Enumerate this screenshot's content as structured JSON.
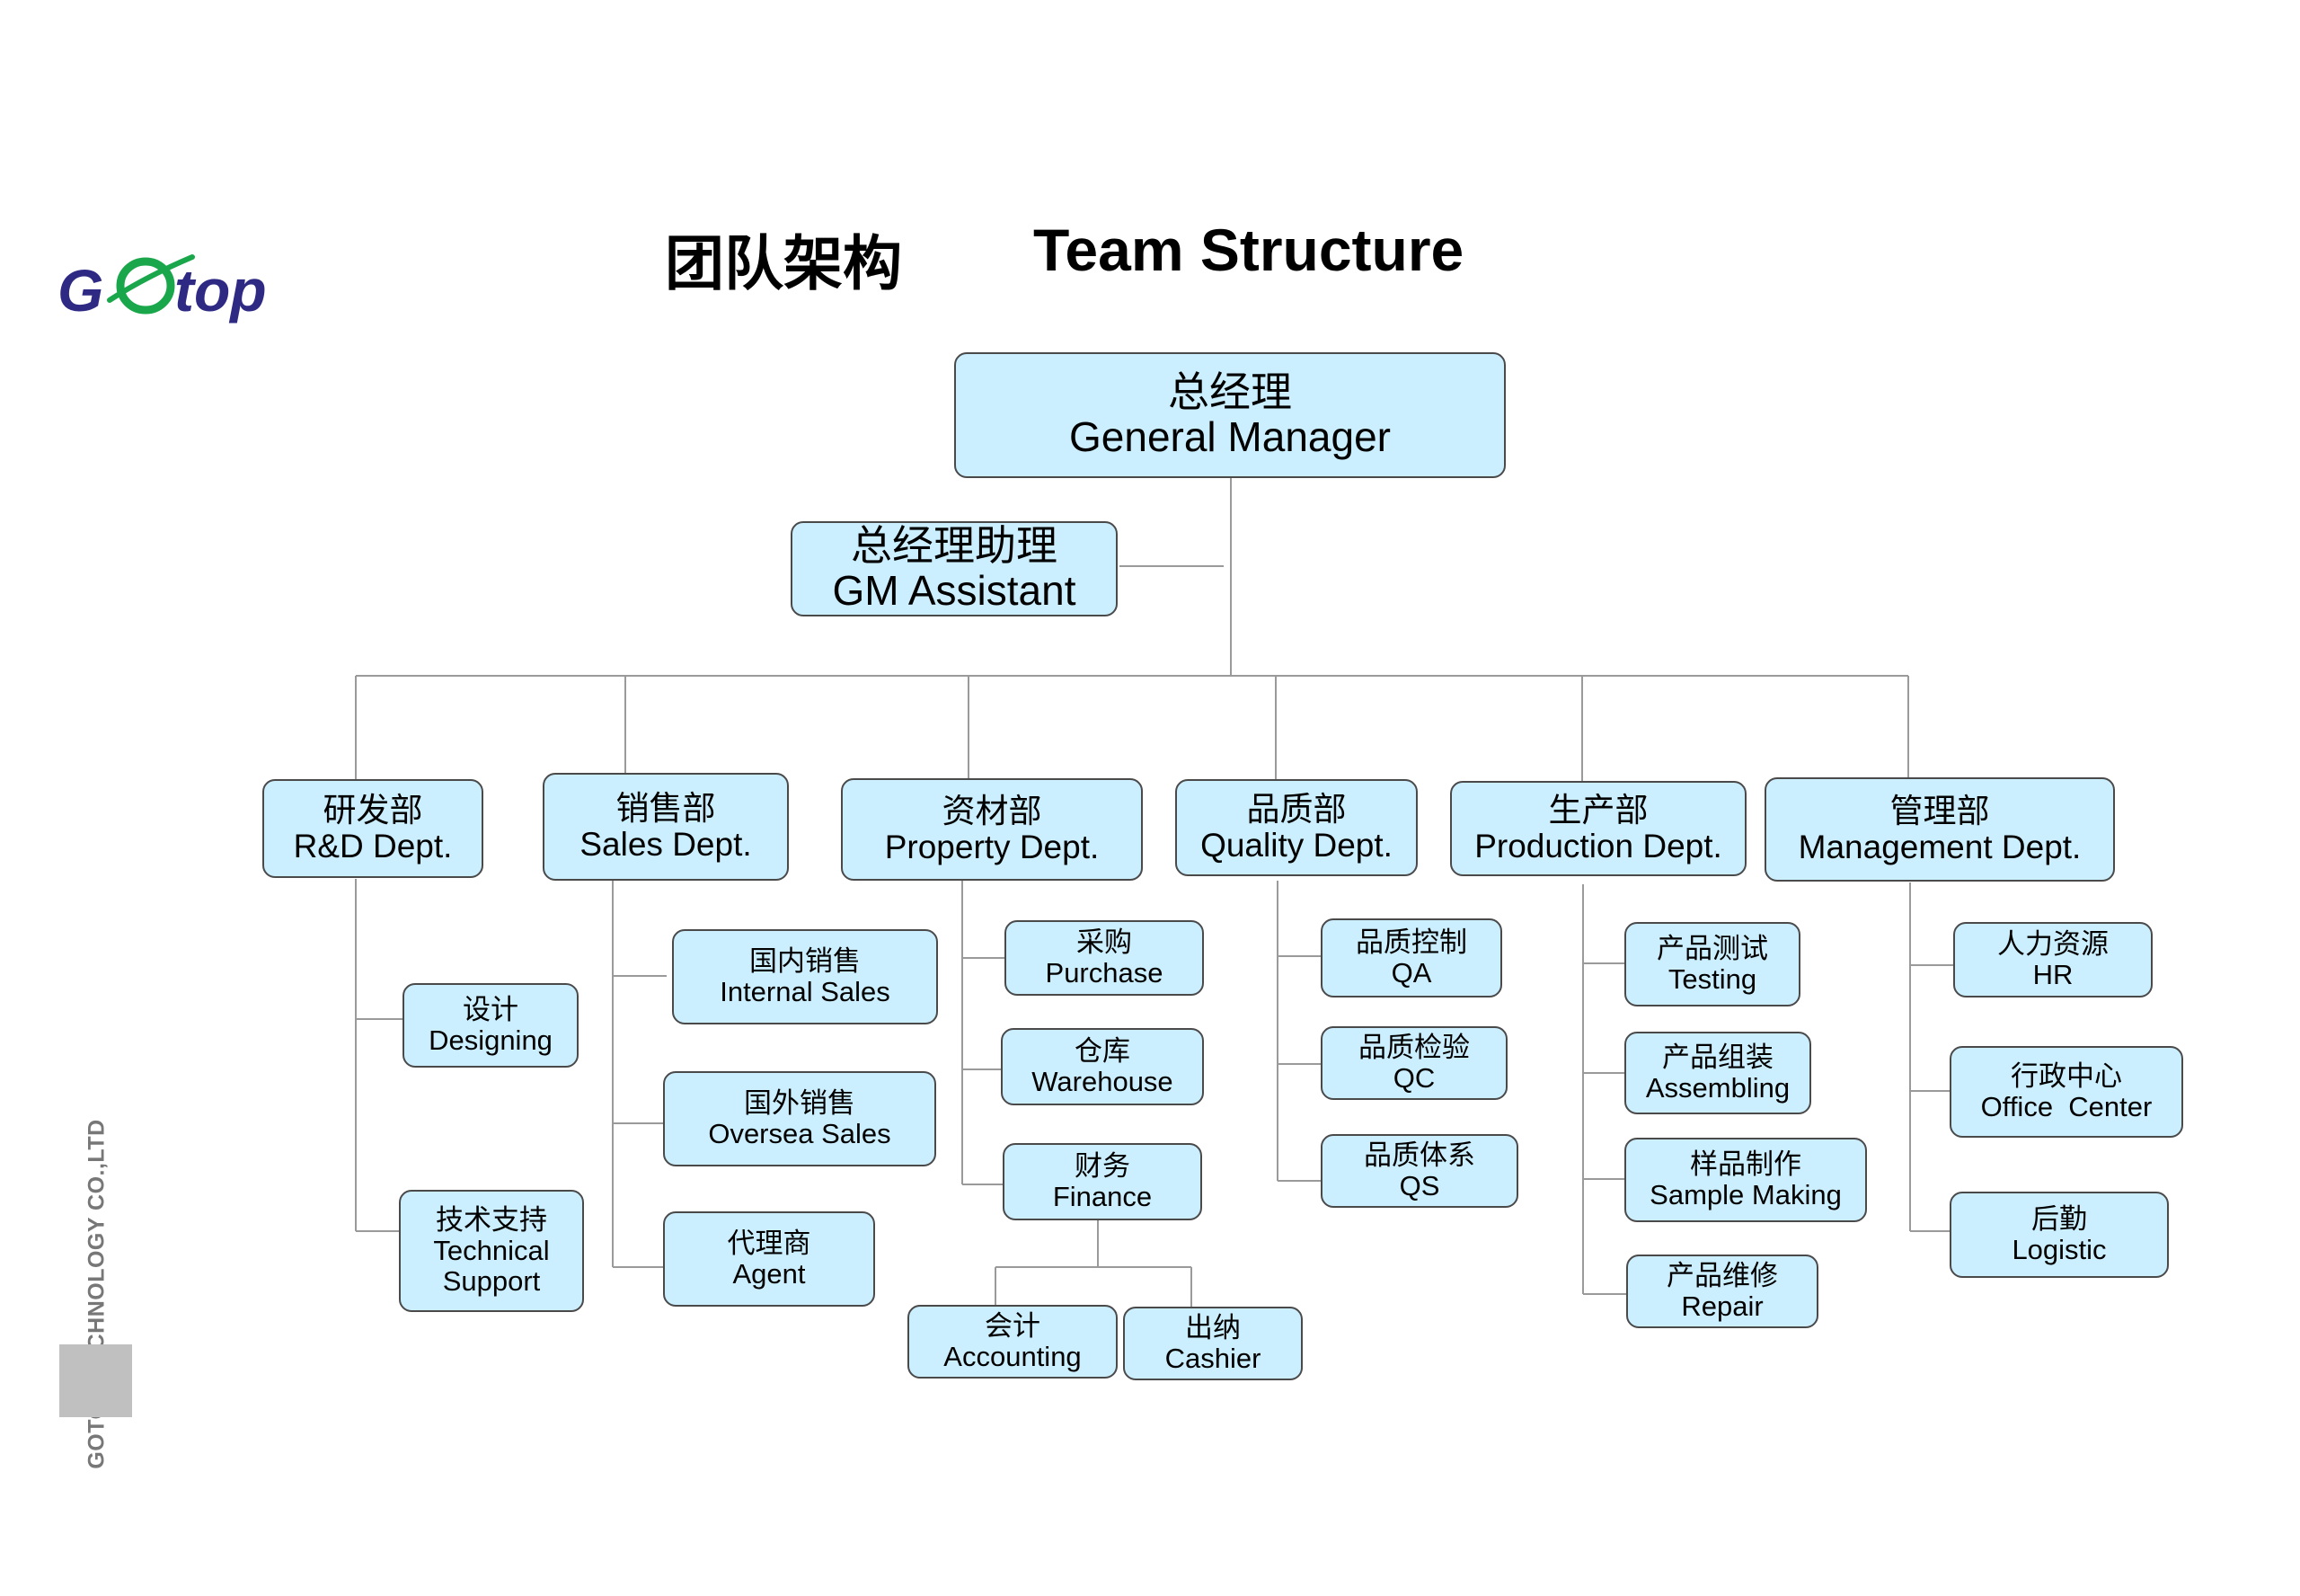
{
  "header": {
    "logo_text": "GOtop",
    "title_zh": "团队架构",
    "title_en": "Team Structure"
  },
  "side": {
    "company": "GOTOP TECHNOLOGY CO.,LTD"
  },
  "colors": {
    "box_fill": "#ccefff",
    "box_border": "#4a4a4a",
    "connector": "#9a9a9a",
    "logo_blue": "#2e2a84",
    "logo_green": "#1aa64a",
    "side_text": "#777777"
  },
  "org": {
    "gm": {
      "zh": "总经理",
      "en": "General Manager"
    },
    "assistant": {
      "zh": "总经理助理",
      "en": "GM Assistant"
    },
    "departments": [
      {
        "zh": "研发部",
        "en": "R&D Dept.",
        "units": [
          {
            "zh": "设计",
            "en": "Designing"
          },
          {
            "zh": "技术支持",
            "en": "Technical Support"
          }
        ]
      },
      {
        "zh": "销售部",
        "en": "Sales Dept.",
        "units": [
          {
            "zh": "国内销售",
            "en": "Internal Sales"
          },
          {
            "zh": "国外销售",
            "en": "Oversea Sales"
          },
          {
            "zh": "代理商",
            "en": "Agent"
          }
        ]
      },
      {
        "zh": "资材部",
        "en": "Property Dept.",
        "units": [
          {
            "zh": "采购",
            "en": "Purchase"
          },
          {
            "zh": "仓库",
            "en": "Warehouse"
          },
          {
            "zh": "财务",
            "en": "Finance",
            "subunits": [
              {
                "zh": "会计",
                "en": "Accounting"
              },
              {
                "zh": "出纳",
                "en": "Cashier"
              }
            ]
          }
        ]
      },
      {
        "zh": "品质部",
        "en": "Quality Dept.",
        "units": [
          {
            "zh": "品质控制",
            "en": "QA"
          },
          {
            "zh": "品质检验",
            "en": "QC"
          },
          {
            "zh": "品质体系",
            "en": "QS"
          }
        ]
      },
      {
        "zh": "生产部",
        "en": "Production Dept.",
        "units": [
          {
            "zh": "产品测试",
            "en": "Testing"
          },
          {
            "zh": "产品组装",
            "en": "Assembling"
          },
          {
            "zh": "样品制作",
            "en": "Sample Making"
          },
          {
            "zh": "产品维修",
            "en": "Repair"
          }
        ]
      },
      {
        "zh": "管理部",
        "en": "Management Dept.",
        "units": [
          {
            "zh": "人力资源",
            "en": "HR"
          },
          {
            "zh": "行政中心",
            "en": "Office  Center"
          },
          {
            "zh": "后勤",
            "en": "Logistic"
          }
        ]
      }
    ]
  }
}
